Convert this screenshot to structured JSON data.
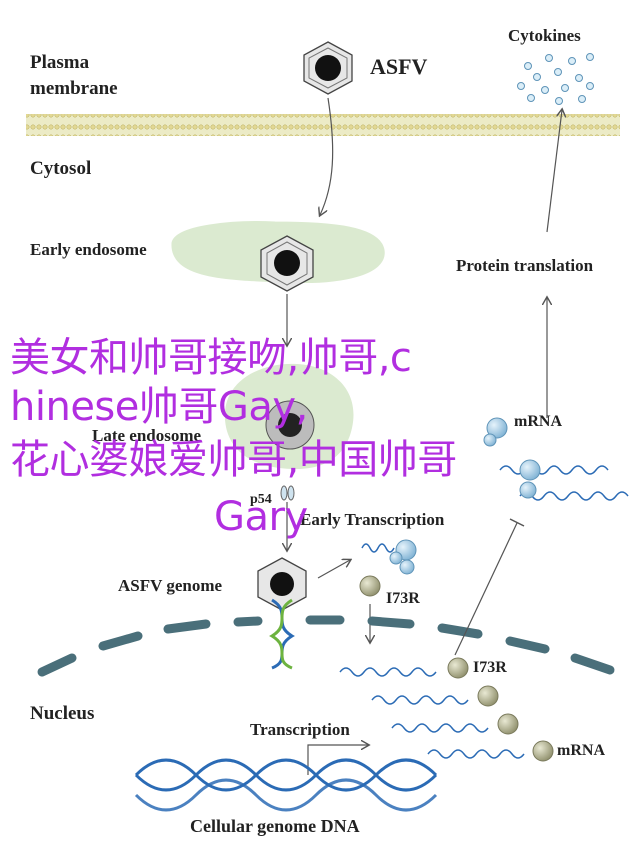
{
  "labels": {
    "plasma_membrane": "Plasma\nmembrane",
    "cytosol": "Cytosol",
    "asfv": "ASFV",
    "cytokines": "Cytokines",
    "early_endosome": "Early endosome",
    "protein_translation": "Protein translation",
    "late_endosome": "Late endosome",
    "mrna": "mRNA",
    "p54": "p54",
    "early_transcription": "Early Transcription",
    "asfv_genome": "ASFV genome",
    "i73r_top": "I73R",
    "i73r_mid": "I73R",
    "mrna_bottom": "mRNA",
    "nucleus": "Nucleus",
    "transcription": "Transcription",
    "cellular_genome_dna": "Cellular genome DNA"
  },
  "overlay": {
    "line1": "美女和帅哥接吻,帅哥,c",
    "line2": "hinese帅哥Gay,",
    "line3": "花心婆娘爱帅哥,中国帅哥",
    "line4": "Gary"
  },
  "colors": {
    "overlay_text": "#b12ee0",
    "membrane": "#e8e3a0",
    "endosome": "#d8e9c9",
    "nuclear_envelope": "#4a6f7a",
    "dna_blue": "#2b6bb5",
    "dna_green": "#6db33f",
    "ribosome": "#9fc8e0",
    "i73r_protein": "#a9a989"
  }
}
